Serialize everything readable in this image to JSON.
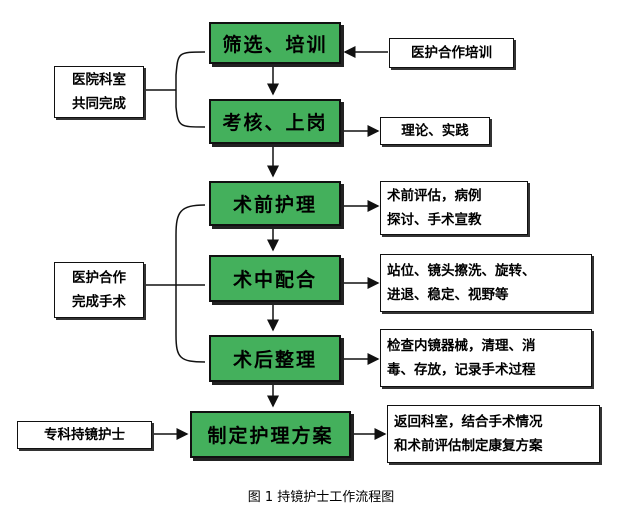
{
  "flow": {
    "step1": "筛选、培训",
    "step2": "考核、上岗",
    "step3": "术前护理",
    "step4": "术中配合",
    "step5": "术后整理",
    "step6": "制定护理方案"
  },
  "notes": {
    "training": "医护合作培训",
    "theory": "理论、实践",
    "preop_line1": "术前评估，病例",
    "preop_line2": "探讨、手术宣教",
    "intraop_line1": "站位、镜头擦洗、旋转、",
    "intraop_line2": "进退、稳定、视野等",
    "postop_line1": "检查内镜器械，清理、消",
    "postop_line2": "毒、存放，记录手术过程",
    "plan_line1": "返回科室，结合手术情况",
    "plan_line2": "和术前评估制定康复方案"
  },
  "left_groups": {
    "dept_line1": "医院科室",
    "dept_line2": "共同完成",
    "coop_line1": "医护合作",
    "coop_line2": "完成手术",
    "nurse": "专科持镜护士"
  },
  "caption": "图 1  持镜护士工作流程图",
  "colors": {
    "box_fill": "#44b05c",
    "line": "#111111"
  }
}
